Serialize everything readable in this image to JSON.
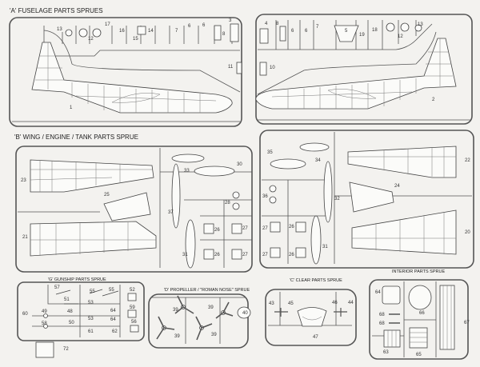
{
  "titles": {
    "fuselage": "'A' FUSELAGE PARTS SPRUES",
    "wing": "'B' WING / ENGINE / TANK PARTS SPRUE",
    "gunship": "'G' GUNSHIP PARTS SPRUE",
    "propeller": "'D' PROPELLER / \"ROMAN NOSE\" SPRUE",
    "clear": "'C' CLEAR PARTS SPRUE",
    "interior": "INTERIOR PARTS SPRUE"
  },
  "parts": {
    "fuselage_left": [
      "13",
      "12",
      "17",
      "16",
      "15",
      "14",
      "7",
      "6",
      "6",
      "8",
      "3",
      "11",
      "1"
    ],
    "fuselage_right": [
      "4",
      "8",
      "6",
      "6",
      "7",
      "5",
      "19",
      "18",
      "12",
      "13",
      "10",
      "2"
    ],
    "wing_left": [
      "23",
      "25",
      "21",
      "33",
      "30",
      "37",
      "28",
      "26",
      "27",
      "31",
      "26",
      "27"
    ],
    "wing_right": [
      "35",
      "34",
      "32",
      "36",
      "27",
      "26",
      "27",
      "26",
      "31",
      "22",
      "24",
      "20"
    ],
    "gunship": [
      "57",
      "55",
      "55",
      "52",
      "51",
      "53",
      "60",
      "49",
      "48",
      "64",
      "59",
      "53",
      "64",
      "58",
      "50",
      "56",
      "61",
      "62",
      "72"
    ],
    "propeller": [
      "39",
      "39",
      "40",
      "39",
      "39"
    ],
    "clear": [
      "43",
      "45",
      "46",
      "44",
      "47"
    ],
    "interior": [
      "64",
      "66",
      "68",
      "68",
      "67",
      "63",
      "65"
    ]
  }
}
